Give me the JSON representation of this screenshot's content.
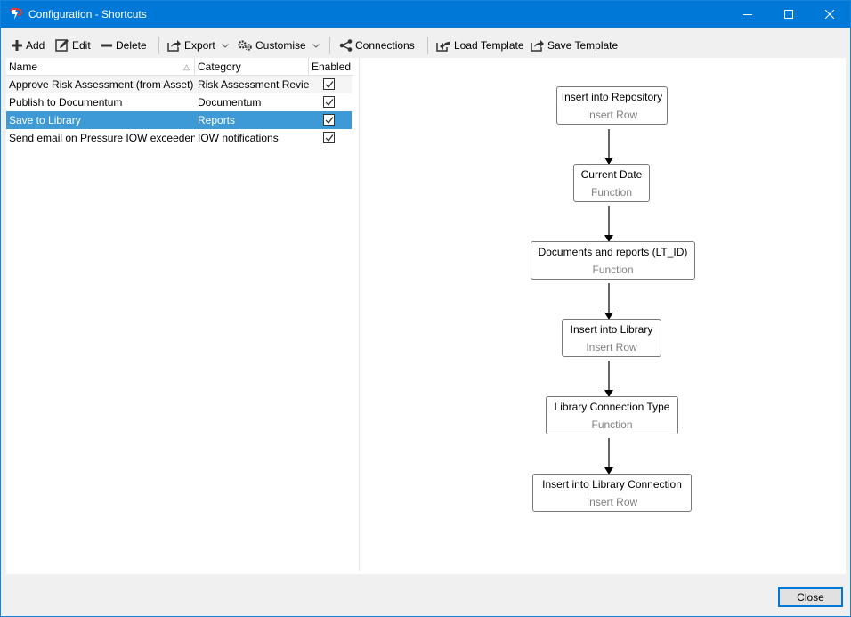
{
  "window": {
    "title": "Configuration - Shortcuts",
    "accent_color": "#0078d7"
  },
  "toolbar": {
    "add": "Add",
    "edit": "Edit",
    "delete": "Delete",
    "export": "Export",
    "customise": "Customise",
    "connections": "Connections",
    "load_template": "Load Template",
    "save_template": "Save Template"
  },
  "grid": {
    "columns": [
      "Name",
      "Category",
      "Enabled"
    ],
    "sort_column": "Name",
    "rows": [
      {
        "name": "Approve Risk Assessment (from Asset)",
        "category": "Risk Assessment Review",
        "enabled": true
      },
      {
        "name": "Publish to Documentum",
        "category": "Documentum",
        "enabled": true
      },
      {
        "name": "Save to Library",
        "category": "Reports",
        "enabled": true,
        "selected": true
      },
      {
        "name": "Send email on Pressure IOW exceedence",
        "category": "IOW notifications",
        "enabled": true
      }
    ],
    "selected_color": "#3e9ad6"
  },
  "diagram": {
    "nodes": [
      {
        "title": "Insert into Repository",
        "type": "Insert Row"
      },
      {
        "title": "Current Date",
        "type": "Function"
      },
      {
        "title": "Documents and reports (LT_ID)",
        "type": "Function"
      },
      {
        "title": "Insert into Library",
        "type": "Insert Row"
      },
      {
        "title": "Library Connection Type",
        "type": "Function"
      },
      {
        "title": "Insert into Library Connection",
        "type": "Insert Row"
      }
    ]
  },
  "footer": {
    "close": "Close"
  }
}
